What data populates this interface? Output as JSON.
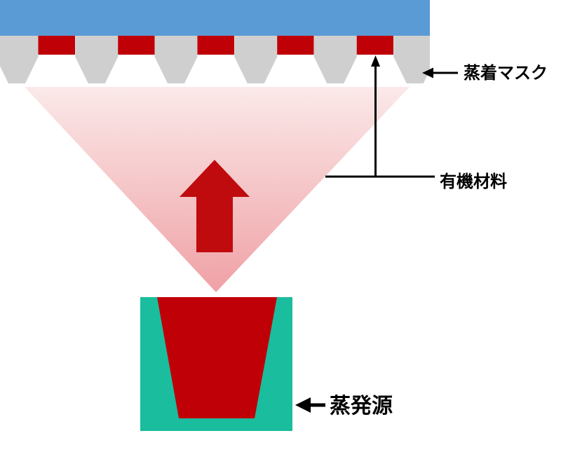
{
  "diagram": {
    "labels": {
      "mask": "蒸着マスク",
      "organic_material": "有機材料",
      "evaporation_source": "蒸発源"
    },
    "colors": {
      "background": "#ffffff",
      "substrate_blue": "#5b9bd5",
      "mask_gray": "#d0cfcf",
      "material_red": "#c00007",
      "arrow_red": "#c00b0e",
      "source_teal": "#1abd9d",
      "vapor_pink_top": "#fbe9e9",
      "vapor_pink_bottom": "#efa1a5",
      "label_black": "#000000"
    }
  }
}
